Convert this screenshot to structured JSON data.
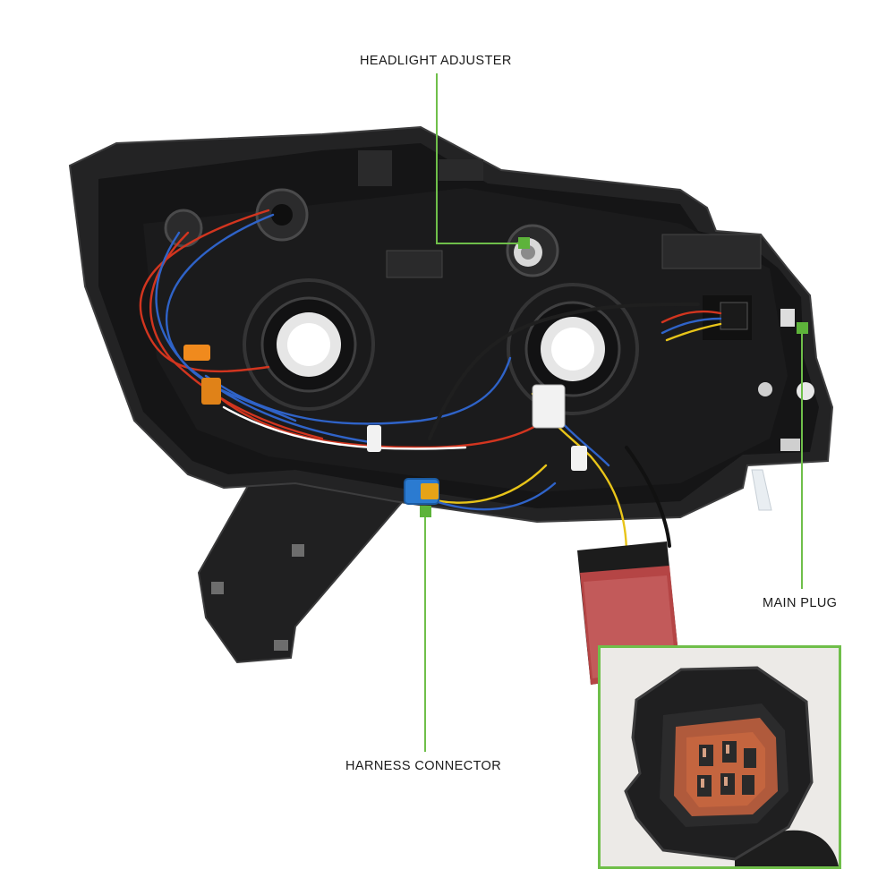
{
  "callouts": {
    "headlight_adjuster": "HEADLIGHT ADJUSTER",
    "main_plug": "MAIN PLUG",
    "harness_connector": "HARNESS CONNECTOR"
  },
  "colors": {
    "callout_green": "#6fbf4a",
    "callout_marker": "#5db33a",
    "housing_black": "#1d1d1e",
    "wire_red": "#d2351f",
    "wire_blue": "#2f63c8",
    "wire_yellow": "#e8c419",
    "connector_orange": "#c2552d"
  },
  "icons": {
    "headlight": "headlight-assembly-rear-view",
    "connector": "main-plug-connector-closeup"
  }
}
